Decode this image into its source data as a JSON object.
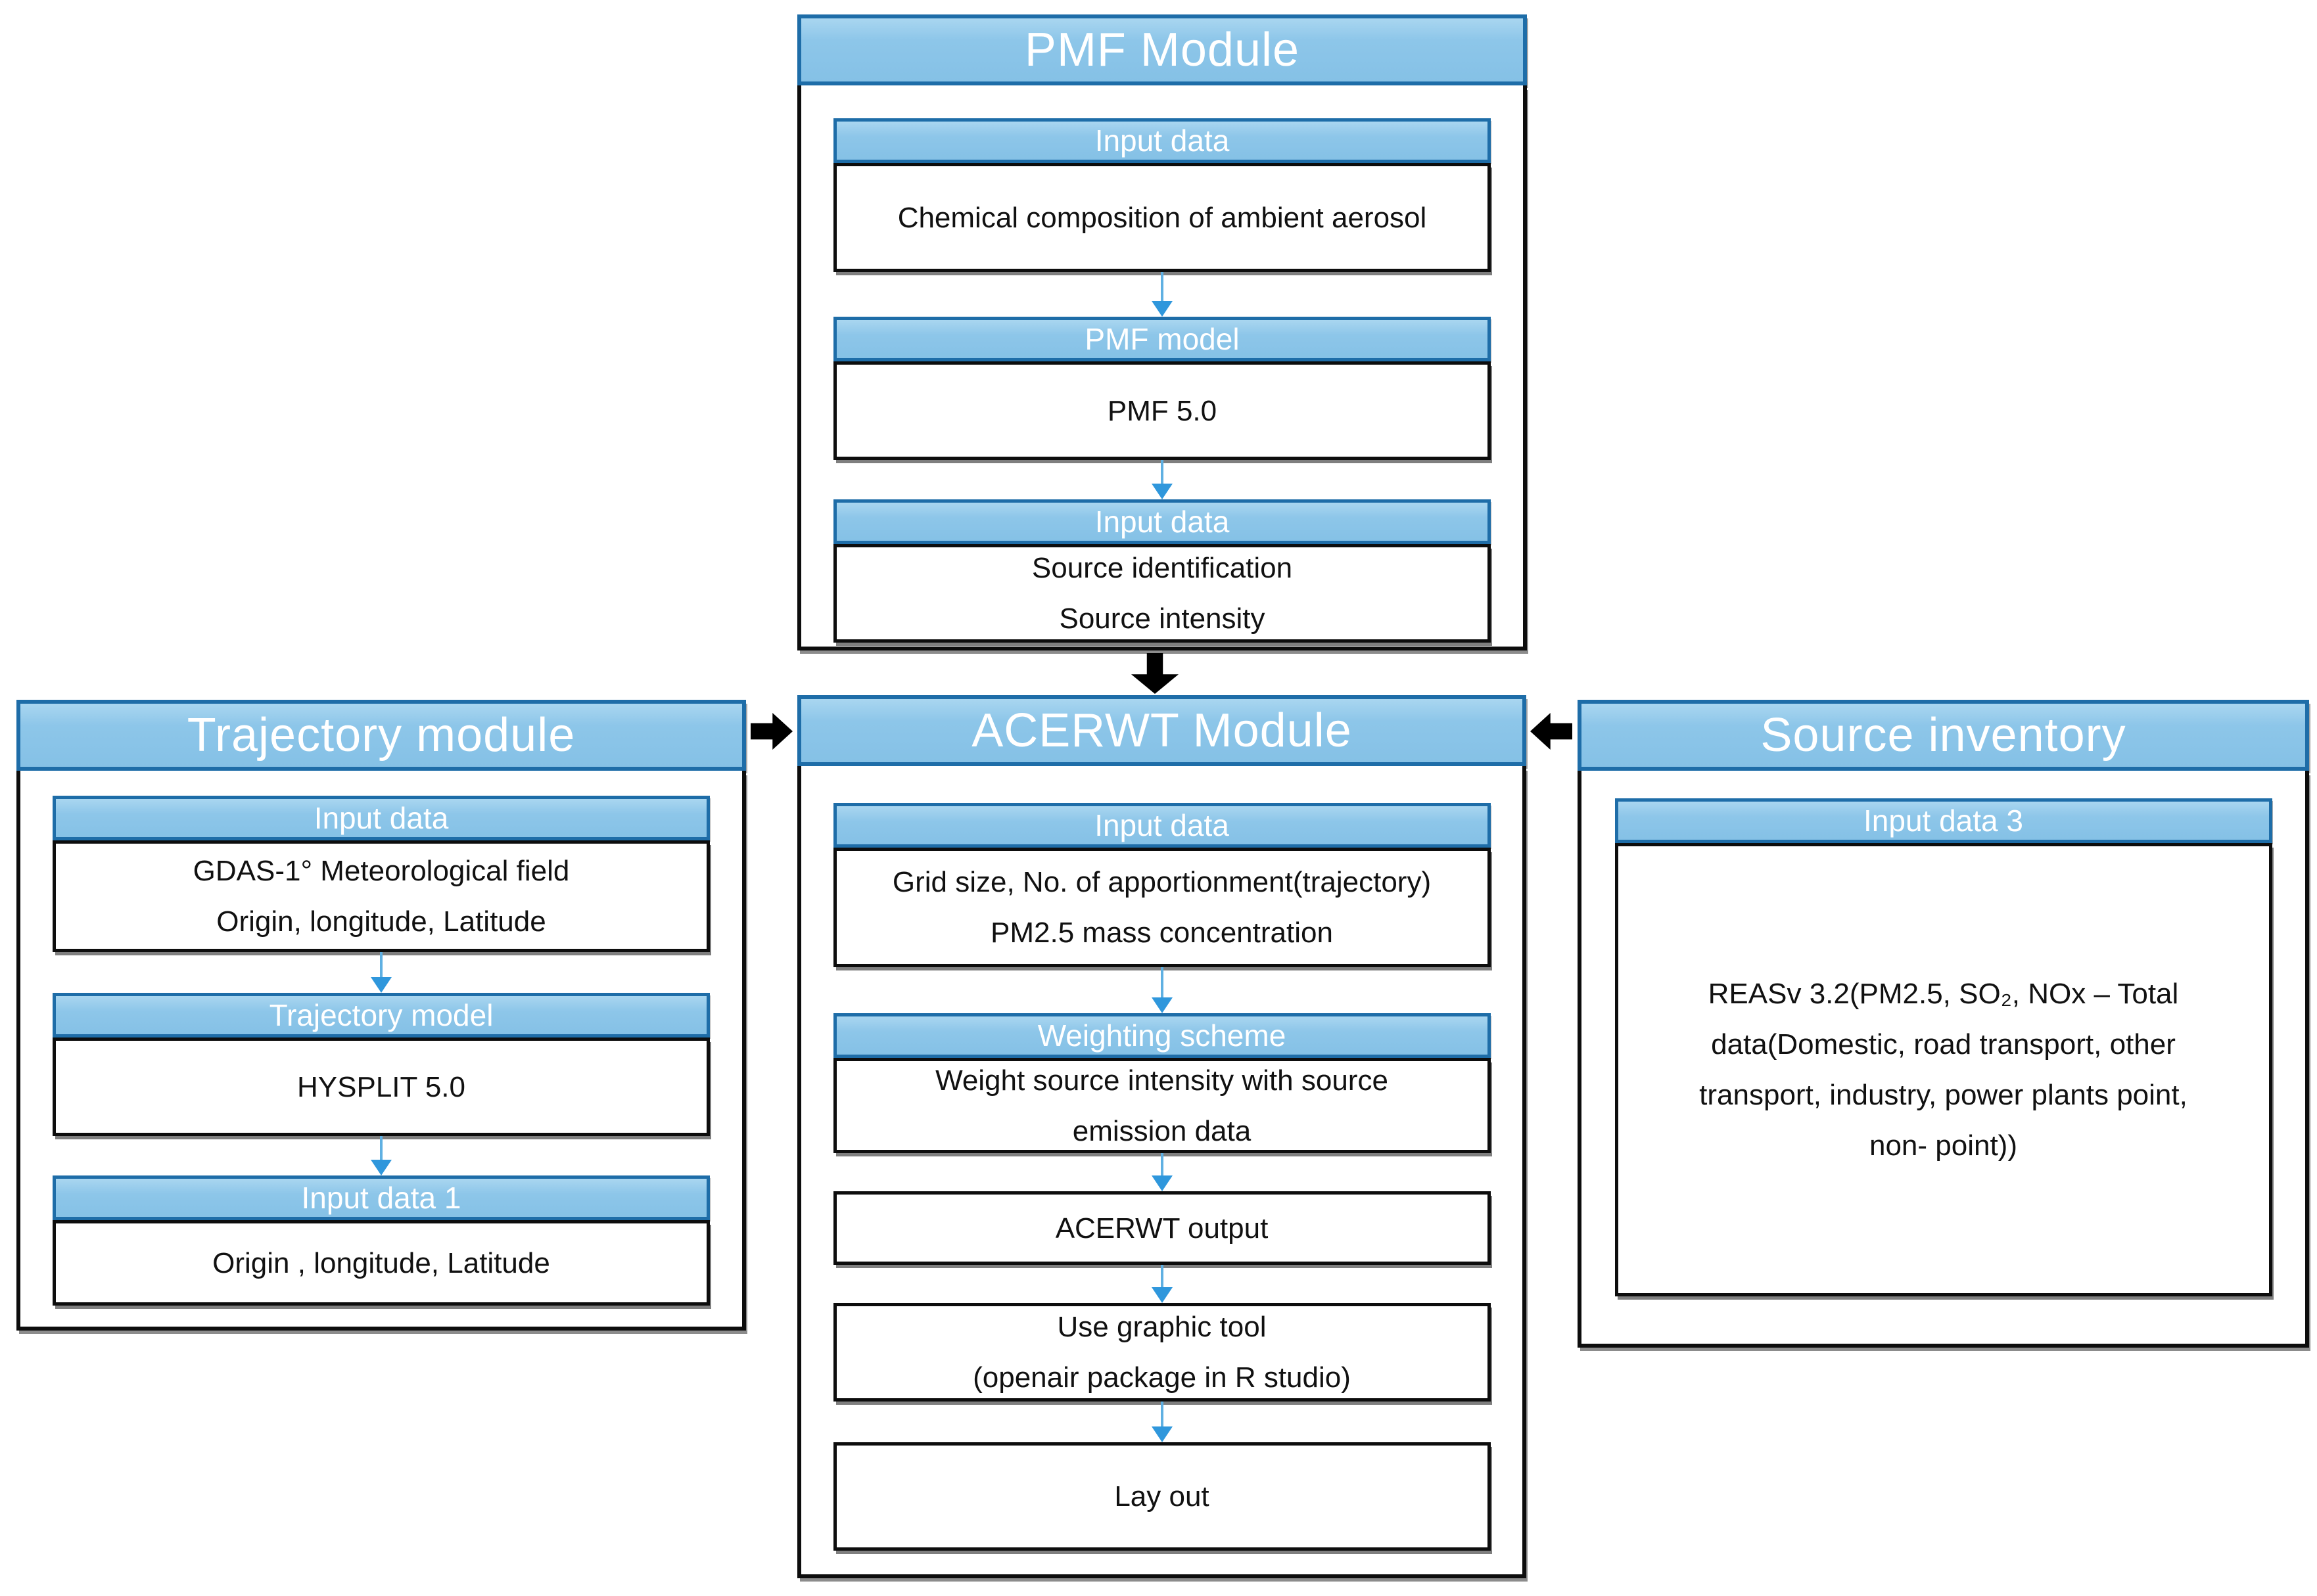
{
  "colors": {
    "header_fill": "#8DC6E9",
    "header_border": "#1E6DA8",
    "box_border": "#0D0D0D",
    "flow_arrow_blue": "#2F97DC",
    "module_arrow_black": "#000000",
    "title_text": "#FFFFFF",
    "body_text": "#111111"
  },
  "modules": {
    "pmf": {
      "title": "PMF Module",
      "blocks": [
        {
          "header": "Input data",
          "body": "Chemical composition of ambient aerosol"
        },
        {
          "header": "PMF model",
          "body": "PMF 5.0"
        },
        {
          "header": "Input data",
          "body": "Source identification\nSource intensity"
        }
      ]
    },
    "trajectory": {
      "title": "Trajectory module",
      "blocks": [
        {
          "header": "Input data",
          "body": "GDAS-1° Meteorological field\nOrigin, longitude, Latitude"
        },
        {
          "header": "Trajectory model",
          "body": "HYSPLIT 5.0"
        },
        {
          "header": "Input data 1",
          "body": "Origin , longitude, Latitude"
        }
      ]
    },
    "acerwt": {
      "title": "ACERWT Module",
      "blocks": [
        {
          "header": "Input data",
          "body": "Grid size, No. of apportionment(trajectory)\nPM2.5 mass concentration"
        },
        {
          "header": "Weighting scheme",
          "body": "Weight source intensity with source\nemission data"
        },
        {
          "body": "ACERWT output"
        },
        {
          "body": "Use graphic tool\n(openair package in R studio)"
        },
        {
          "body": "Lay out"
        }
      ]
    },
    "source_inventory": {
      "title": "Source inventory",
      "blocks": [
        {
          "header": "Input data 3",
          "body": "REASv 3.2(PM2.5, SO₂, NOx – Total\ndata(Domestic, road transport, other\ntransport, industry, power plants point,\nnon- point))"
        }
      ]
    }
  }
}
